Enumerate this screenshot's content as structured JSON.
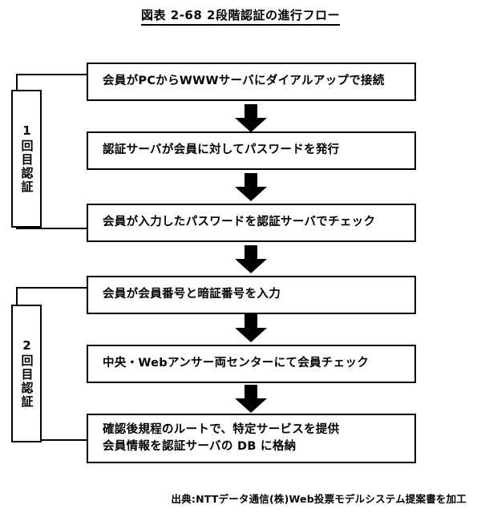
{
  "title": {
    "text": "図表 2-68  2段階認証の進行フロー"
  },
  "flow": {
    "steps": [
      {
        "id": "step-1",
        "text": "会員がPCからWWWサーバにダイアルアップで接続"
      },
      {
        "id": "step-2",
        "text": "認証サーバが会員に対してパスワードを発行"
      },
      {
        "id": "step-3",
        "text": "会員が入力したパスワードを認証サーバでチェック"
      },
      {
        "id": "step-4",
        "text": "会員が会員番号と暗証番号を入力"
      },
      {
        "id": "step-5",
        "text": "中央・Webアンサー両センターにて会員チェック"
      },
      {
        "id": "step-6",
        "text_line1": "確認後規程のルートで、特定サービスを提供",
        "text_line2": "会員情報を認証サーバの DB に格納"
      }
    ],
    "arrow_icon": "down-block-arrow-icon",
    "arrow_count": 5
  },
  "stages": [
    {
      "id": "stage-1",
      "label": "1回目認証",
      "covers_steps": [
        1,
        2,
        3
      ]
    },
    {
      "id": "stage-2",
      "label": "2回目認証",
      "covers_steps": [
        4,
        5,
        6
      ]
    }
  ],
  "source": {
    "text": "出典:NTTデータ通信(株)Web投票モデルシステム提案書を加工"
  },
  "colors": {
    "stroke": "#000000",
    "fill": "#ffffff",
    "arrow": "#000000"
  }
}
